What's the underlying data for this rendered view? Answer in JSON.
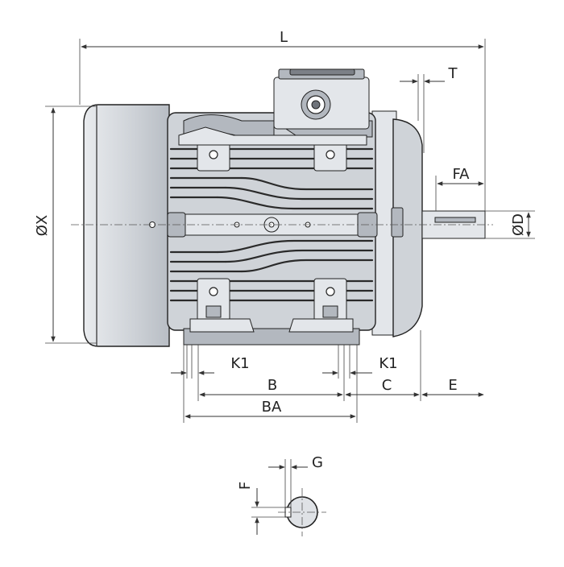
{
  "labels": {
    "L": "L",
    "T": "T",
    "FA": "FA",
    "X": "ØX",
    "D": "ØD",
    "K1_left": "K1",
    "K1_right": "K1",
    "B": "B",
    "C": "C",
    "E": "E",
    "BA": "BA",
    "G": "G",
    "F": "F"
  }
}
